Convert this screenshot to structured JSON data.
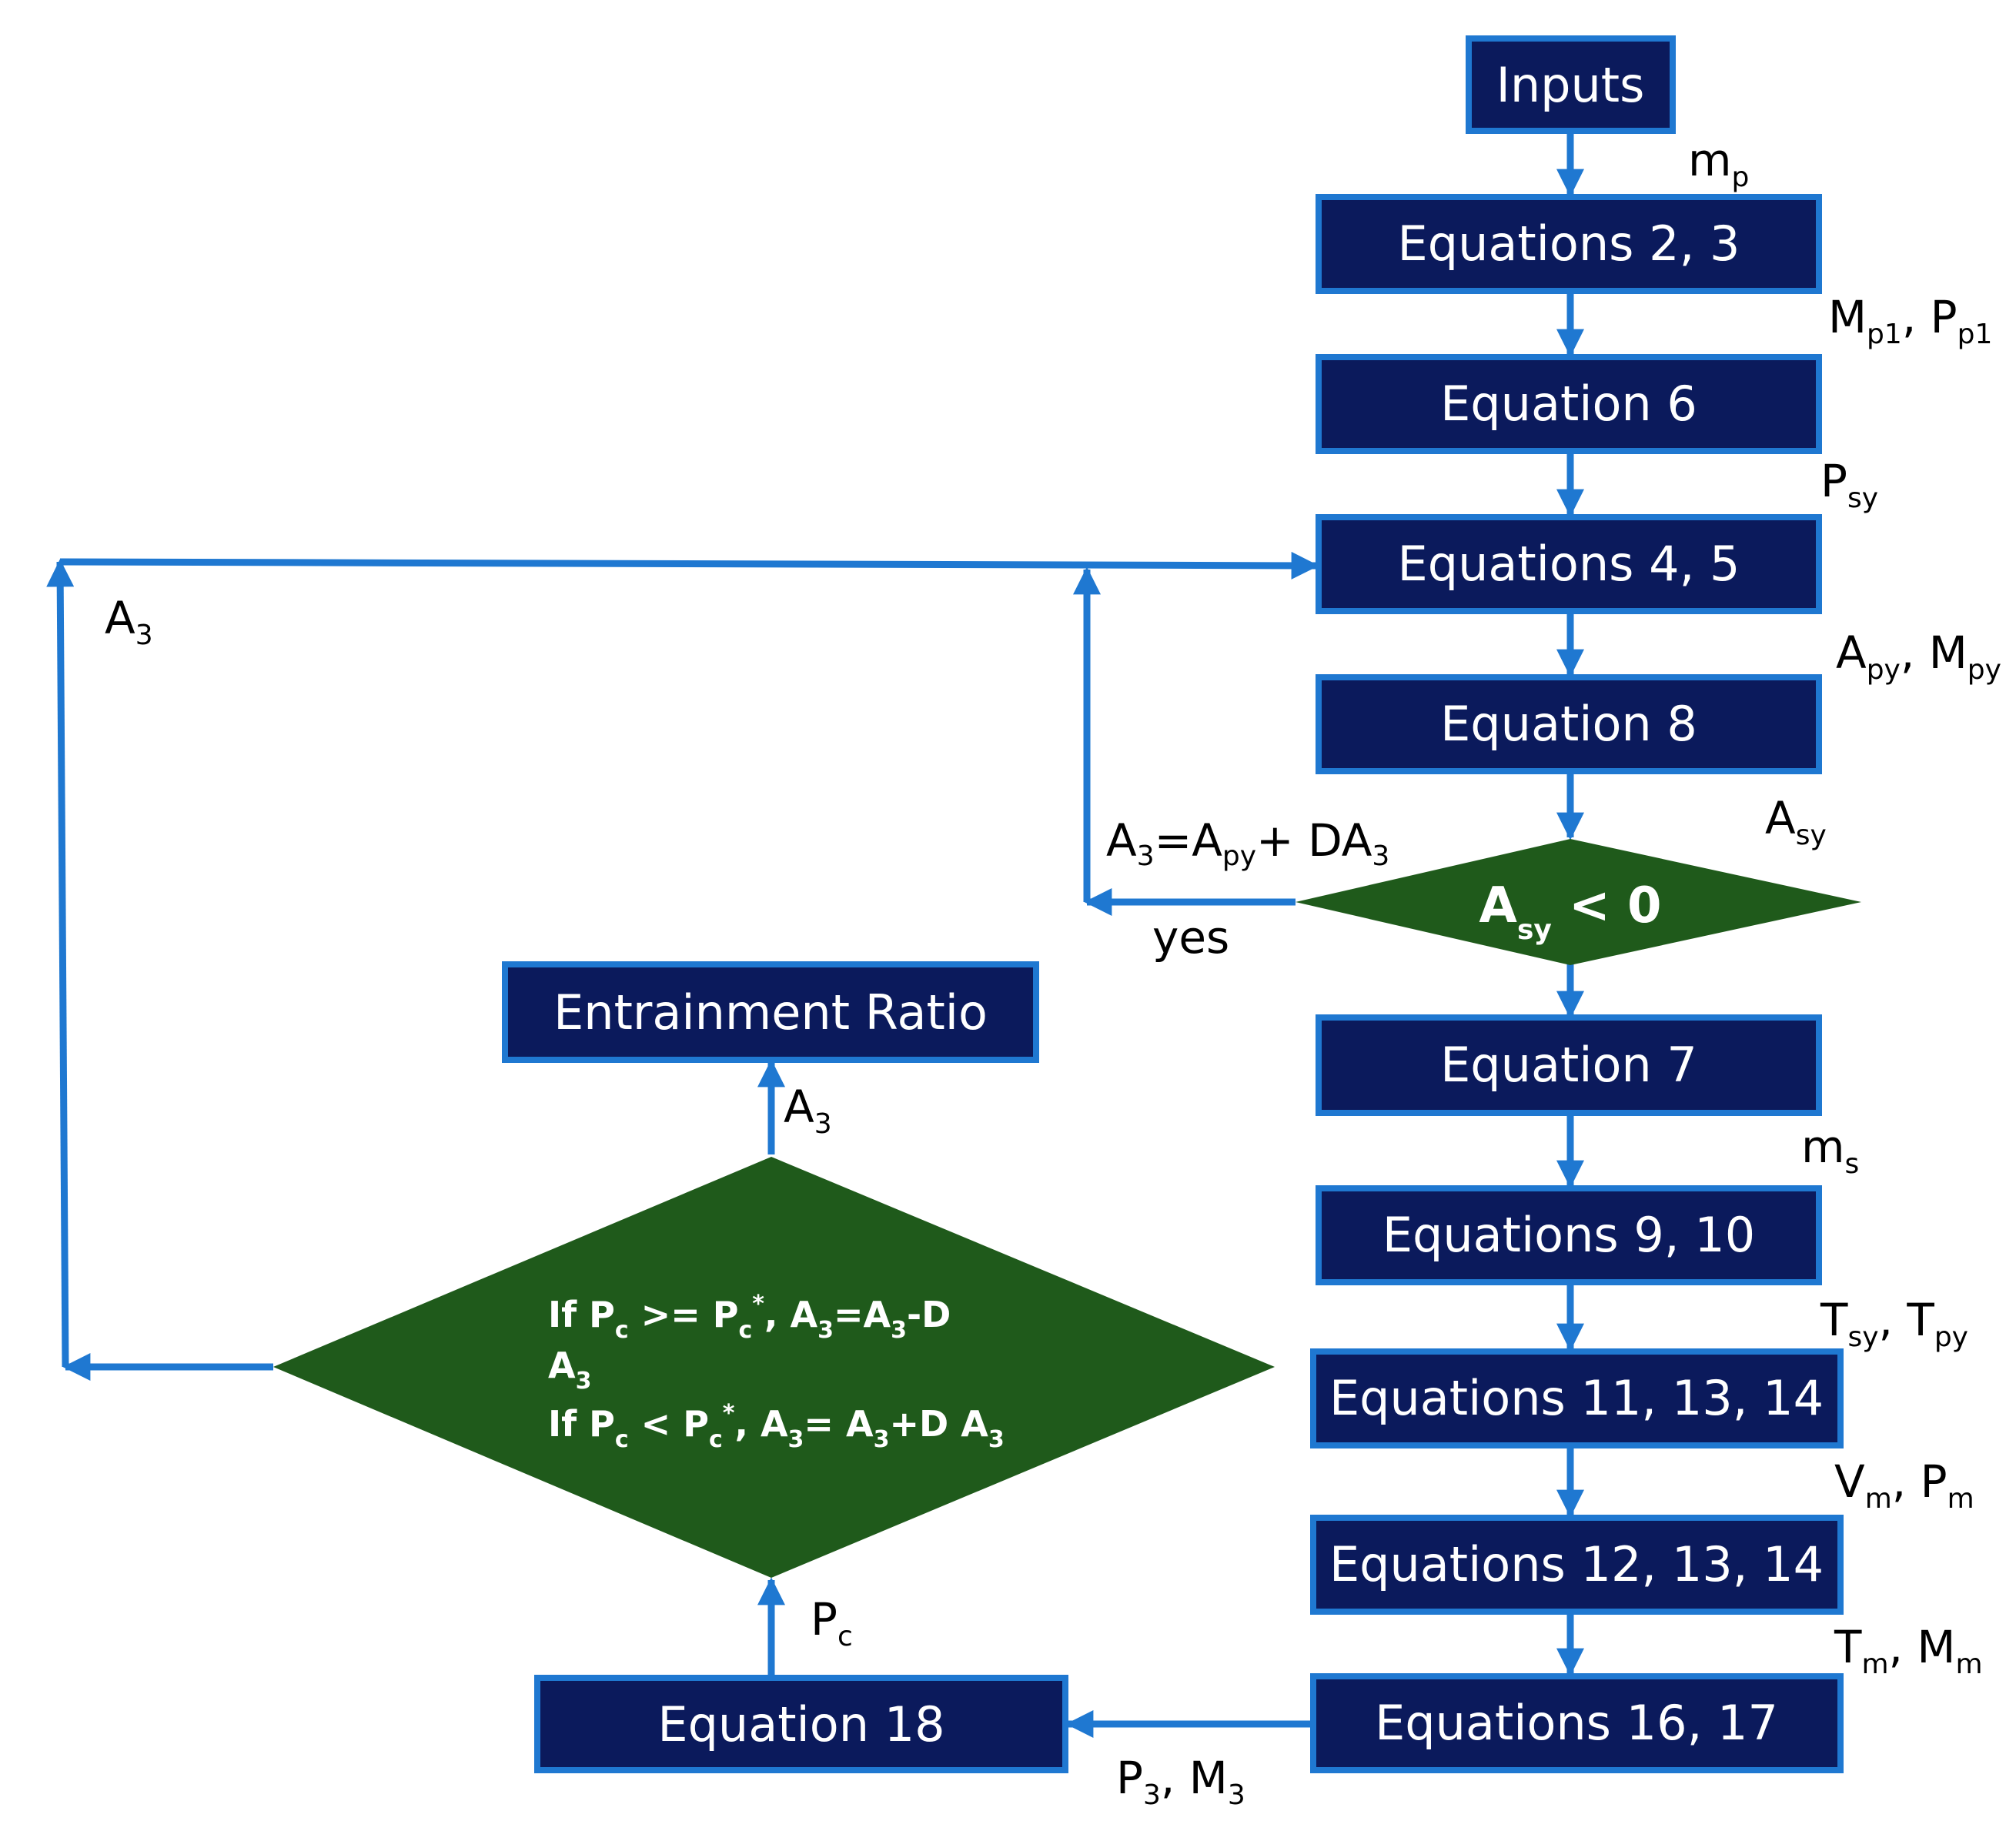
{
  "colors": {
    "box_fill": "#0b1a5c",
    "box_border": "#1f78d1",
    "decision_fill": "#1f5a1b",
    "arrow": "#1f78d1",
    "label": "#000000"
  },
  "boxes": {
    "inputs": "Inputs",
    "eq_2_3": "Equations 2, 3",
    "eq_6": "Equation 6",
    "eq_4_5": "Equations 4, 5",
    "eq_8": "Equation 8",
    "eq_7": "Equation 7",
    "eq_9_10": "Equations 9, 10",
    "eq_11_13_14": "Equations 11, 13, 14",
    "eq_12_13_14": "Equations 12, 13, 14",
    "eq_16_17": "Equations 16, 17",
    "eq_18": "Equation 18",
    "entrainment": "Entrainment Ratio"
  },
  "decisions": {
    "asy_check": {
      "A": "A",
      "sy": "sy",
      "cmp": " < 0"
    },
    "pressure_check": {
      "line1_if": "If P",
      "line1_c": "c",
      "line1_ge": " >= P",
      "line1_c2": "c",
      "line1_star": "*",
      "line1_a": ", A",
      "line1_3": "3",
      "line1_rest": "=A",
      "line1_3b": "3",
      "line1_end": "-D",
      "line2_a": "A",
      "line2_3": "3",
      "line3_if": "If P",
      "line3_c": "c",
      "line3_lt": " < P",
      "line3_c2": "c",
      "line3_star": "*",
      "line3_a": ", A",
      "line3_3": "3",
      "line3_eq": "= A",
      "line3_3b": "3",
      "line3_plus": "+D A",
      "line3_3c": "3"
    }
  },
  "labels": {
    "mp": {
      "m": "m",
      "p": "p"
    },
    "mp1_pp1": {
      "M": "M",
      "p1": "p1",
      "sep": ", P",
      "p1b": "p1"
    },
    "psy": {
      "P": "P",
      "sy": "sy"
    },
    "apy_mpy": {
      "A": "A",
      "py": "py",
      "sep": ", M",
      "pyb": "py"
    },
    "asy": {
      "A": "A",
      "sy": "sy"
    },
    "ms": {
      "m": "m",
      "s": "s"
    },
    "tsy_tpy": {
      "T": "T",
      "sy": "sy",
      "sep": ", T",
      "py": "py"
    },
    "vm_pm": {
      "V": "V",
      "m": "m",
      "sep": ", P",
      "mb": "m"
    },
    "tm_mm": {
      "T": "T",
      "m": "m",
      "sep": ", M",
      "mb": "m"
    },
    "p3_m3": {
      "P": "P",
      "three": "3",
      "sep": ", M",
      "threeb": "3"
    },
    "pc": {
      "P": "P",
      "c": "c"
    },
    "a3_up": {
      "A": "A",
      "three": "3"
    },
    "a3_left": {
      "A": "A",
      "three": "3"
    },
    "a3_formula": {
      "A": "A",
      "three": "3",
      "eq": "=A",
      "py": "py",
      "plus": "+ DA",
      "threeb": "3"
    },
    "yes": "yes"
  }
}
